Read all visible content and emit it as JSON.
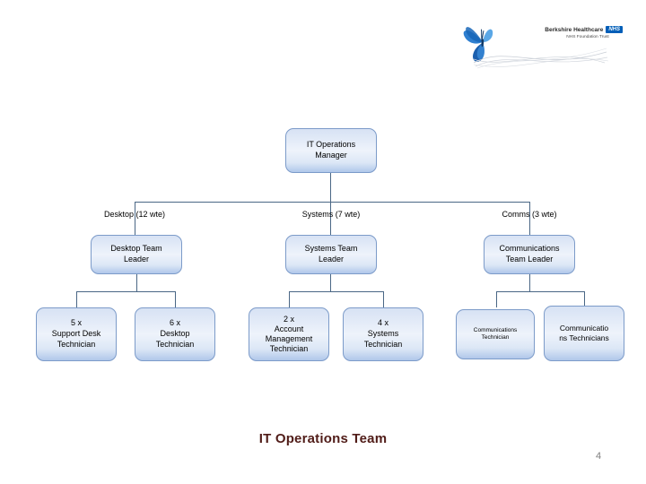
{
  "logo": {
    "org_name": "Berkshire Healthcare",
    "nhs_mark": "NHS",
    "tagline": "NHS Foundation Trust"
  },
  "chart": {
    "manager": "IT Operations\nManager",
    "branch_labels": [
      "Desktop (12 wte)",
      "Systems (7 wte)",
      "Comms (3 wte)"
    ],
    "leaders": [
      "Desktop Team\nLeader",
      "Systems Team\nLeader",
      "Communications\nTeam Leader"
    ],
    "staff": [
      "5 x\nSupport Desk\nTechnician",
      "6 x\nDesktop\nTechnician",
      "2 x\nAccount\nManagement\nTechnician",
      "4 x\nSystems\nTechnician",
      "Communications\nTechnician",
      "Communicatio\nns Technicians"
    ]
  },
  "title": "IT Operations Team",
  "page_number": "4",
  "colors": {
    "node_border": "#7c9bc9",
    "node_fill_top": "#d7e2f4",
    "node_fill_bottom": "#b0c7ea",
    "connector": "#4a6785",
    "title_text": "#501c18",
    "nhs_blue": "#005EB8"
  }
}
